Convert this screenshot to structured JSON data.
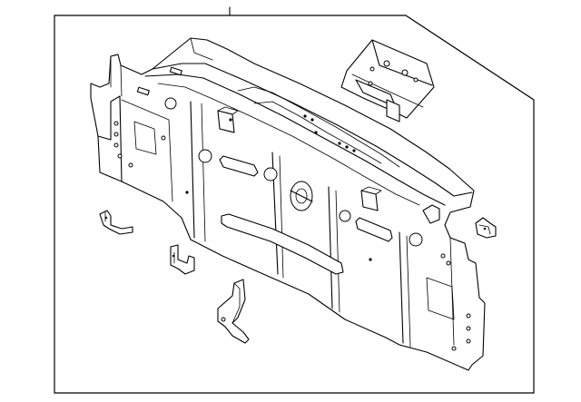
{
  "diagram": {
    "style": "line-art parts illustration",
    "parts": [
      {
        "name": "rear-body-panel"
      },
      {
        "name": "reinforcement-bracket"
      },
      {
        "name": "left-mounting-bracket"
      },
      {
        "name": "center-bracket"
      },
      {
        "name": "lower-support-bracket"
      },
      {
        "name": "right-clip-bracket"
      }
    ]
  }
}
